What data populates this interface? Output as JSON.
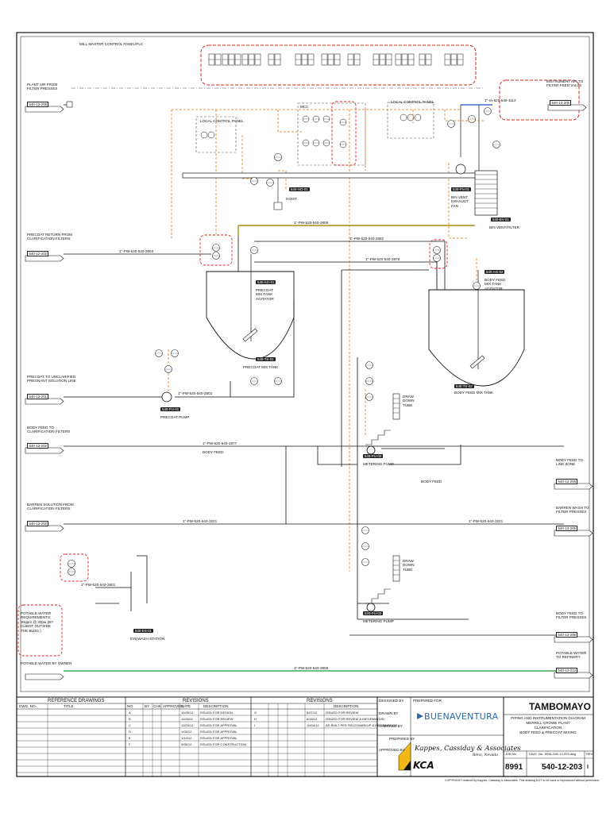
{
  "mill_panel": "MILL MASTER CONTROL PANEL/PLC",
  "mcc": "MCC",
  "local_panel_left": "LOCAL CONTROL PANEL",
  "local_panel_right": "LOCAL CONTROL PANEL",
  "offpage_left": [
    {
      "title": "PLANT AIR FROM FILTER PRESSES",
      "ref": "540-12-206"
    },
    {
      "title": "PRECOAT RETURN FROM CLARIFICATION FILTERS",
      "ref": "540-12-202"
    },
    {
      "title": "PRECOAT TO UNCLARIFIED PREGNANT SOLUTION LINE",
      "ref": "540-12-201"
    },
    {
      "title": "BODY FEED TO CLARIFICATION FILTERS",
      "ref": "540-12-202"
    },
    {
      "title": "BARREN SOLUTION FROM CLARIFICATION FILTERS",
      "ref": "540-12-202"
    },
    {
      "title": "POTABLE WATER BY OWNER",
      "ref": ""
    }
  ],
  "offpage_right": [
    {
      "title": "INSTRUMENT AIR TO FILTER FEED VALVE",
      "ref": "540-12-205"
    },
    {
      "title": "BODY FEED TO LINE ZONE",
      "ref": "540-12-205"
    },
    {
      "title": "BARREN WASH TO FILTER PRESSES",
      "ref": "540-12-205"
    },
    {
      "title": "BODY FEED TO FILTER PRESSES",
      "ref": "540-12-206"
    },
    {
      "title": "POTABLE WATER TO REFINERY",
      "ref": "540-12-212"
    }
  ],
  "equipment": {
    "hoist": "HOIST",
    "bin_vent": "BIN VENT EXHAUST FAN",
    "bin_vent_filter": "BIN VENT/FILTER",
    "precoat_agitator": "PRECOAT MIX TANK AGITATOR",
    "precoat_tank": "PRECOAT MIX TANK",
    "precoat_pump": "PRECOAT PUMP",
    "bodyfeed_agitator": "BODY FEED MIX TANK AGITATOR",
    "bodyfeed_tank": "BODY FEED MIX TANK",
    "drawdown1": "DRAW DOWN TUBE",
    "drawdown2": "DRAW DOWN TUBE",
    "metering1": "METERING PUMP",
    "metering2": "METERING PUMP",
    "eyewash": "EYEWASH STATION",
    "potable_note": "POTABLE WATER REQUIREMENTS: 30gpm @ 30psi (BY CLIENT OUTSIDE THE BLDG.)"
  },
  "stream_labels": {
    "body_feed_1": "BODY FEED",
    "body_feed_2": "BODY FEED"
  },
  "line_tags": {
    "l1": "1\"-PW-520-540-2808",
    "l2": "1\"-PW-520-540-2903",
    "l3": "1\"-PW-520-540-2882",
    "l4": "1\"-PW-520-540-2878",
    "l5": "1\"-PW-520-540-2877",
    "l6": "1\"-PW-520-540-3221",
    "l7": "1\"-PW-520-540-3221",
    "l8": "1\"-PW-520-540-2802",
    "l9": "1\"-PW-520-540-2808",
    "l10": "1\"-IA-520-540-1112",
    "l11": "1\"-PW-520-540-2801"
  },
  "equip_tags": {
    "hoist": "540-HO-01",
    "fan": "540-FN-01",
    "binvent": "540-BV-01",
    "agit1": "540-AG-01",
    "tank1": "540-TK-01",
    "pump1": "540-PU-01",
    "agit2": "540-AG-02",
    "tank2": "540-TK-02",
    "meter1": "540-PU-02",
    "meter2": "540-PU-03",
    "eyewash": "540-ES-01"
  },
  "title_block": {
    "reference_drawings": "REFERENCE DRAWINGS",
    "dwg_no": "DWG. NO.",
    "title_col": "TITLE",
    "revisions": "REVISIONS",
    "revisions2": "REVISIONS",
    "description": "DESCRIPTION",
    "description2": "DESCRIPTION",
    "date": "DATE",
    "no": "NO",
    "by": "BY",
    "chk": "CHK",
    "approved": "APPROVED",
    "rev_rows": [
      {
        "no": "A",
        "date": "10/30/11",
        "desc": "ISSUED FOR DESIGN"
      },
      {
        "no": "B",
        "date": "11/28/11",
        "desc": "ISSUED FOR REVIEW"
      },
      {
        "no": "C",
        "date": "12/20/11",
        "desc": "ISSUED FOR APPROVAL"
      },
      {
        "no": "D",
        "date": "1/04/12",
        "desc": "ISSUED FOR APPROVAL"
      },
      {
        "no": "E",
        "date": "1/19/12",
        "desc": "ISSUED FOR APPROVAL"
      },
      {
        "no": "F",
        "date": "3/06/12",
        "desc": "ISSUED FOR CONSTRUCTION"
      }
    ],
    "rev_rows2": [
      {
        "no": "G",
        "date": "5/07/12",
        "desc": "ISSUED FOR REVIEW"
      },
      {
        "no": "H",
        "date": "6/18/12",
        "desc": "ISSUED FOR REVIEW & INFORMATION"
      },
      {
        "no": "I",
        "date": "10/04/12",
        "desc": "AS BUILT PER FIELD MARKUP & INFORMATION"
      }
    ],
    "designed_by": "DESIGNED BY",
    "drawn_by": "DRAWN BY",
    "checked_by": "CHECKED BY",
    "approved_by": "APPROVED BY",
    "prepared_for": "PREPARED FOR",
    "prepared_by": "PREPARED BY",
    "client": "BUENAVENTURA",
    "consultant": "Kappes, Cassiday & Associates",
    "consultant_city": "Reno, Nevada",
    "kca": "KCA",
    "project": "TAMBOMAYO",
    "desc_lines": [
      "PIPING AND INSTRUMENTATION DIAGRAM",
      "MERRILL-CROWE PLANT",
      "CLARIFICATION",
      "BODY FEED & PRECOAT MIXING"
    ],
    "job_no_label": "JOB No.",
    "job_no": "8991",
    "dwg_label": "DWG. No.",
    "dwg_no_value": "540-12-203",
    "rev_label": "REV",
    "rev": "I",
    "file": "8991-540-12-203.dwg",
    "copyright": "COPYRIGHT retained by Kappes, Cassiday & Associates. This drawing NOT to be used or reproduced without permission."
  }
}
